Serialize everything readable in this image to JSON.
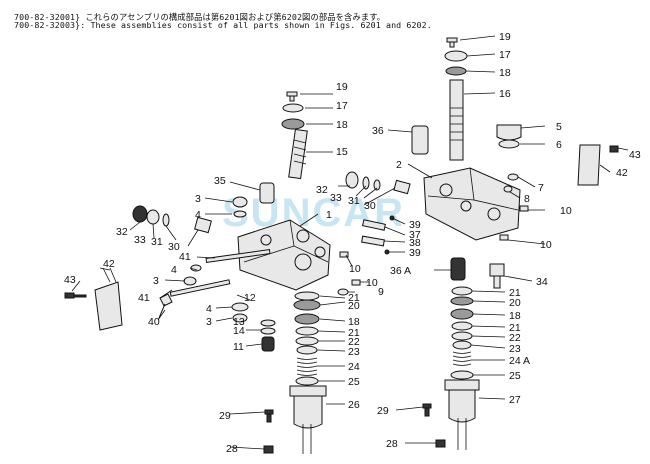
{
  "header": {
    "line1_part": "700-82-32001",
    "line1_text": "これらのアセンブリの構成部品は第6201図および第6202図の部品を含みます。",
    "line2_part": "700-82-32003",
    "line2_text": "These assemblies consist of all parts shown in Figs. 6201 and 6202."
  },
  "watermark": "SUNCAR",
  "callouts": [
    {
      "id": "19a",
      "text": "19"
    },
    {
      "id": "17a",
      "text": "17"
    },
    {
      "id": "18a",
      "text": "18"
    },
    {
      "id": "15",
      "text": "15"
    },
    {
      "id": "35",
      "text": "35"
    },
    {
      "id": "3a",
      "text": "3"
    },
    {
      "id": "4a",
      "text": "4"
    },
    {
      "id": "32a",
      "text": "32"
    },
    {
      "id": "33a",
      "text": "33"
    },
    {
      "id": "31a",
      "text": "31"
    },
    {
      "id": "30a",
      "text": "30"
    },
    {
      "id": "32b",
      "text": "32"
    },
    {
      "id": "33b",
      "text": "33"
    },
    {
      "id": "31b",
      "text": "31"
    },
    {
      "id": "30b",
      "text": "30"
    },
    {
      "id": "1",
      "text": "1"
    },
    {
      "id": "41a",
      "text": "41"
    },
    {
      "id": "4b",
      "text": "4"
    },
    {
      "id": "3b",
      "text": "3"
    },
    {
      "id": "41b",
      "text": "41"
    },
    {
      "id": "40",
      "text": "40"
    },
    {
      "id": "42a",
      "text": "42"
    },
    {
      "id": "43a",
      "text": "43"
    },
    {
      "id": "12",
      "text": "12"
    },
    {
      "id": "4c",
      "text": "4"
    },
    {
      "id": "3c",
      "text": "3"
    },
    {
      "id": "13",
      "text": "13"
    },
    {
      "id": "14",
      "text": "14"
    },
    {
      "id": "11",
      "text": "11"
    },
    {
      "id": "10a",
      "text": "10"
    },
    {
      "id": "10b",
      "text": "10"
    },
    {
      "id": "9",
      "text": "9"
    },
    {
      "id": "21a",
      "text": "21"
    },
    {
      "id": "20a",
      "text": "20"
    },
    {
      "id": "18b",
      "text": "18"
    },
    {
      "id": "21b",
      "text": "21"
    },
    {
      "id": "22a",
      "text": "22"
    },
    {
      "id": "23a",
      "text": "23"
    },
    {
      "id": "24",
      "text": "24"
    },
    {
      "id": "25a",
      "text": "25"
    },
    {
      "id": "26",
      "text": "26"
    },
    {
      "id": "29a",
      "text": "29"
    },
    {
      "id": "28a",
      "text": "28"
    },
    {
      "id": "19b",
      "text": "19"
    },
    {
      "id": "17b",
      "text": "17"
    },
    {
      "id": "18c",
      "text": "18"
    },
    {
      "id": "16",
      "text": "16"
    },
    {
      "id": "36",
      "text": "36"
    },
    {
      "id": "5",
      "text": "5"
    },
    {
      "id": "6",
      "text": "6"
    },
    {
      "id": "43b",
      "text": "43"
    },
    {
      "id": "42b",
      "text": "42"
    },
    {
      "id": "2",
      "text": "2"
    },
    {
      "id": "7",
      "text": "7"
    },
    {
      "id": "8",
      "text": "8"
    },
    {
      "id": "10c",
      "text": "10"
    },
    {
      "id": "10d",
      "text": "10"
    },
    {
      "id": "39a",
      "text": "39"
    },
    {
      "id": "37",
      "text": "37"
    },
    {
      "id": "38",
      "text": "38"
    },
    {
      "id": "39b",
      "text": "39"
    },
    {
      "id": "36A",
      "text": "36 A"
    },
    {
      "id": "34",
      "text": "34"
    },
    {
      "id": "21c",
      "text": "21"
    },
    {
      "id": "20b",
      "text": "20"
    },
    {
      "id": "18d",
      "text": "18"
    },
    {
      "id": "21d",
      "text": "21"
    },
    {
      "id": "22b",
      "text": "22"
    },
    {
      "id": "23b",
      "text": "23"
    },
    {
      "id": "24A",
      "text": "24 A"
    },
    {
      "id": "25b",
      "text": "25"
    },
    {
      "id": "27",
      "text": "27"
    },
    {
      "id": "29b",
      "text": "29"
    },
    {
      "id": "28b",
      "text": "28"
    }
  ]
}
